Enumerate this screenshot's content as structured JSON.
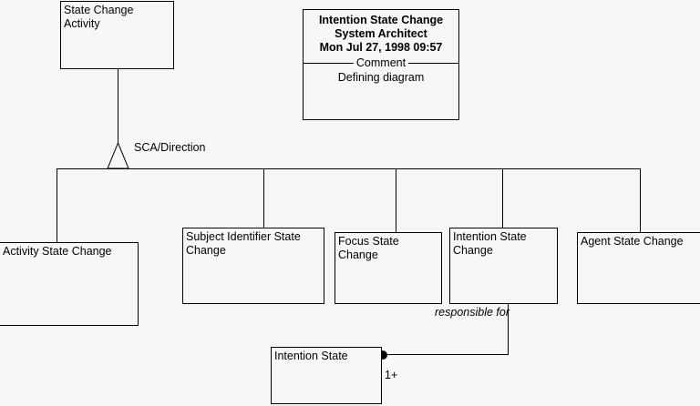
{
  "diagram": {
    "background_color": "#f7f7f7",
    "line_color": "#000000",
    "title_block": {
      "name": "Intention State Change",
      "tool": "System Architect",
      "timestamp": "Mon Jul 27, 1998  09:57",
      "section_divider_label": "Comment",
      "comment": "Defining diagram"
    },
    "superclass": {
      "label": "State Change\nActivity"
    },
    "generalization": {
      "discriminator_label": "SCA/Direction",
      "symbol": "hollow-triangle"
    },
    "subclasses": [
      {
        "label": "Activity State Change"
      },
      {
        "label": "Subject Identifier State\nChange"
      },
      {
        "label": "Focus State\nChange"
      },
      {
        "label": "Intention State\nChange"
      },
      {
        "label": "Agent State Change"
      }
    ],
    "association": {
      "role_label": "responsible for",
      "multiplicity": "1+",
      "end_symbol": "filled-ball",
      "target": {
        "label": "Intention State"
      }
    }
  }
}
